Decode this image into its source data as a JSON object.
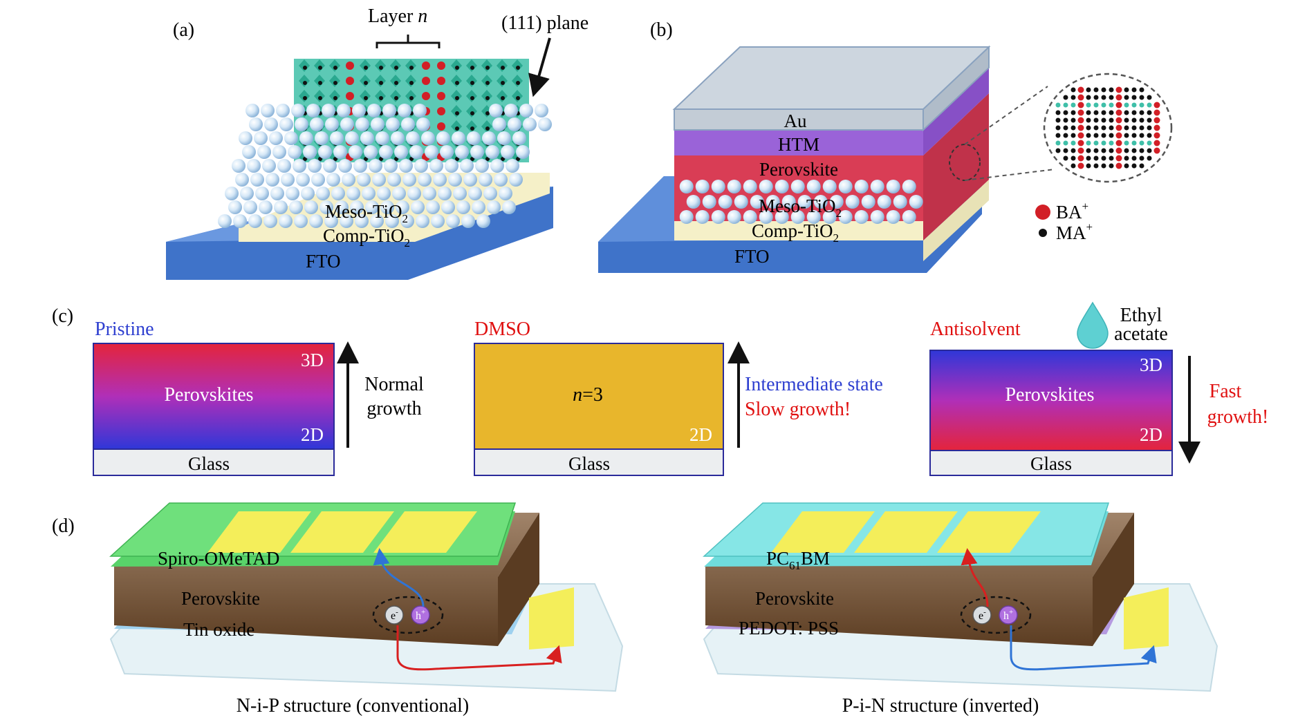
{
  "panel_a": {
    "label": "(a)",
    "layer_label": "Layer",
    "layer_var": "n",
    "plane_label": "(111) plane",
    "meso": "Meso-TiO",
    "comp": "Comp-TiO",
    "sub2": "2",
    "fto": "FTO"
  },
  "panel_b": {
    "label": "(b)",
    "au": "Au",
    "htm": "HTM",
    "perovskite": "Perovskite",
    "meso": "Meso-TiO",
    "comp": "Comp-TiO",
    "sub2": "2",
    "fto": "FTO",
    "legend_ba": "BA",
    "legend_ma": "MA",
    "plus": "+"
  },
  "panel_c": {
    "label": "(c)",
    "pristine": {
      "title": "Pristine",
      "top": "3D",
      "bottom": "2D",
      "center": "Perovskites",
      "glass": "Glass",
      "arrow_line1": "Normal",
      "arrow_line2": "growth"
    },
    "dmso": {
      "title": "DMSO",
      "n_var": "n",
      "n_value": "=3",
      "bottom": "2D",
      "glass": "Glass",
      "arrow_line1": "Intermediate state",
      "arrow_line2": "Slow growth!"
    },
    "antisolvent": {
      "title": "Antisolvent",
      "drop_line1": "Ethyl",
      "drop_line2": "acetate",
      "top": "3D",
      "bottom": "2D",
      "center": "Perovskites",
      "glass": "Glass",
      "arrow_line1": "Fast",
      "arrow_line2": "growth!"
    }
  },
  "panel_d": {
    "label": "(d)",
    "nip": {
      "htl": "Spiro-OMeTAD",
      "perovskite": "Perovskite",
      "etl": "Tin oxide",
      "caption": "N-i-P structure (conventional)",
      "electron": "e",
      "hole": "h",
      "minus": "-",
      "plus": "+"
    },
    "pin": {
      "etl_main": "PC",
      "etl_sub": "61",
      "etl_end": "BM",
      "perovskite": "Perovskite",
      "htl": "PEDOT: PSS",
      "caption": "P-i-N structure (inverted)",
      "electron": "e",
      "hole": "h",
      "minus": "-",
      "plus": "+"
    }
  },
  "colors": {
    "fto_blue": "#3f73c9",
    "tio2_cream": "#f5f0c8",
    "sphere": "#cfe4f6",
    "crystal_teal": "#3fbfa8",
    "ba_red": "#d21f26",
    "htm_purple": "#9a63d8",
    "perov_red": "#d93d55",
    "au_gray": "#c3ccd6",
    "dmso_yellow": "#e8b62c",
    "title_blue": "#2e3fd0",
    "title_red": "#e01010",
    "spiro_green": "#59d36a",
    "pcbm_cyan": "#6fdcdc",
    "perov_brown": "#6b4a2e",
    "electrode_yellow": "#f4ee5a",
    "carrier_red": "#d82020",
    "carrier_blue": "#2f74d6"
  }
}
